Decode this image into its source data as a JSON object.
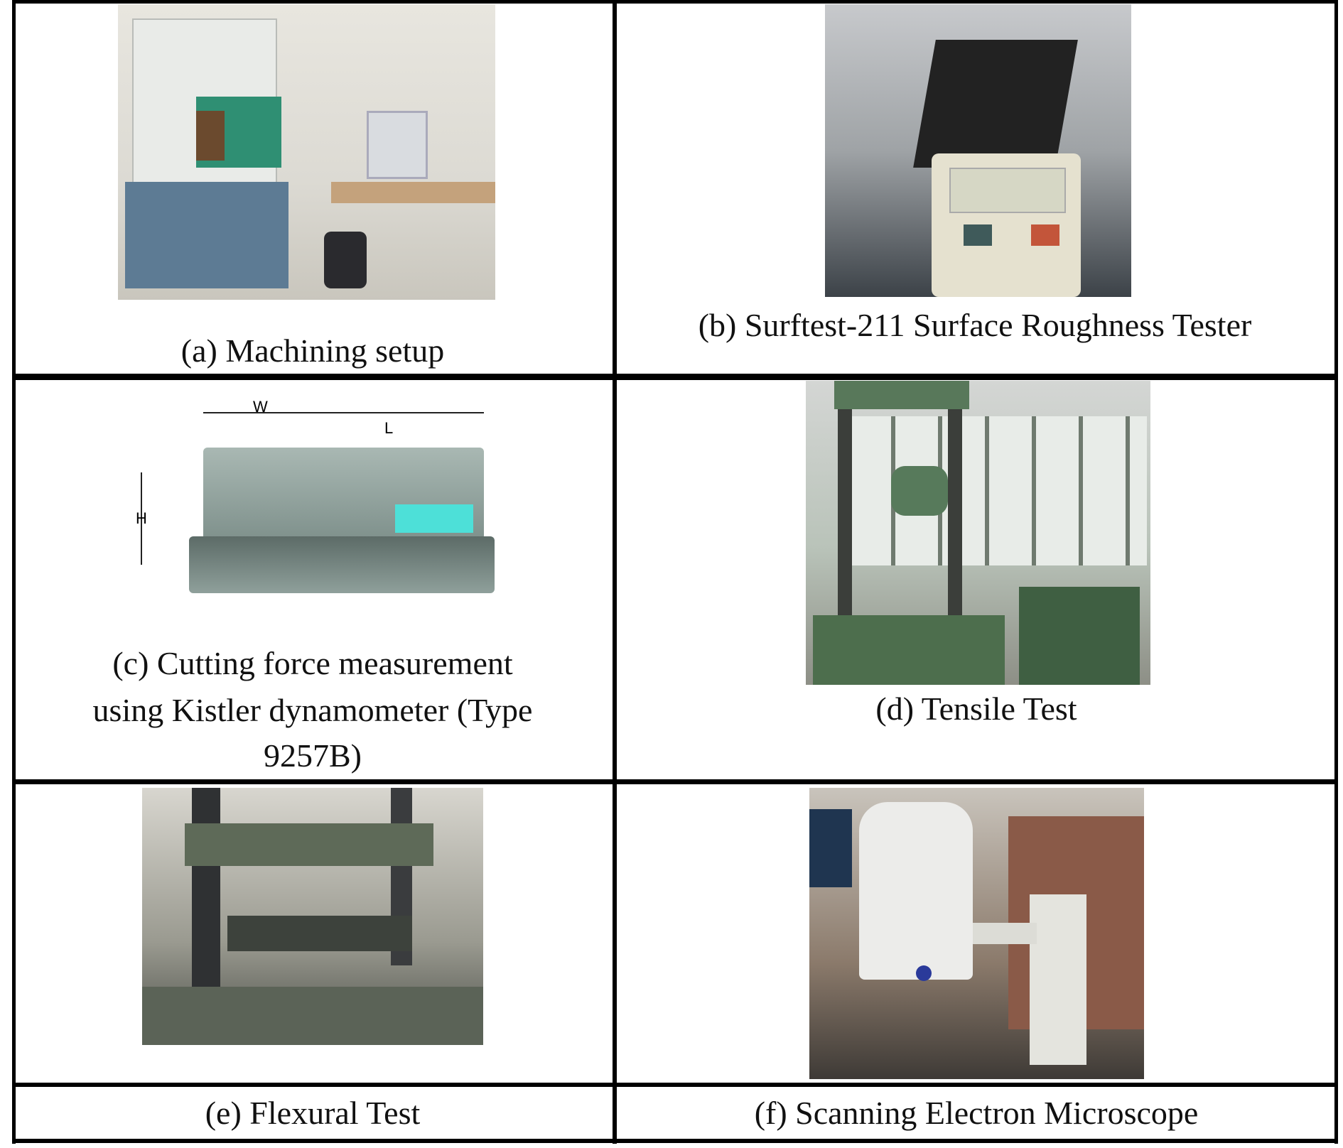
{
  "panels": [
    {
      "label": "(a) Machining setup",
      "image": "machining-setup-photo"
    },
    {
      "label": "(b) Surftest-211 Surface Roughness Tester",
      "image": "surface-roughness-tester-photo"
    },
    {
      "label_lines": [
        "(c) Cutting force measurement",
        "using Kistler dynamometer (Type",
        "9257B)"
      ],
      "image": "dynamometer-diagram",
      "dims": {
        "w": "W",
        "l": "L",
        "h": "H"
      }
    },
    {
      "label": "(d) Tensile Test",
      "image": "tensile-test-photo"
    },
    {
      "label": "(e) Flexural Test",
      "image": "flexural-test-photo"
    },
    {
      "label": "(f) Scanning Electron Microscope",
      "image": "sem-photo"
    }
  ]
}
